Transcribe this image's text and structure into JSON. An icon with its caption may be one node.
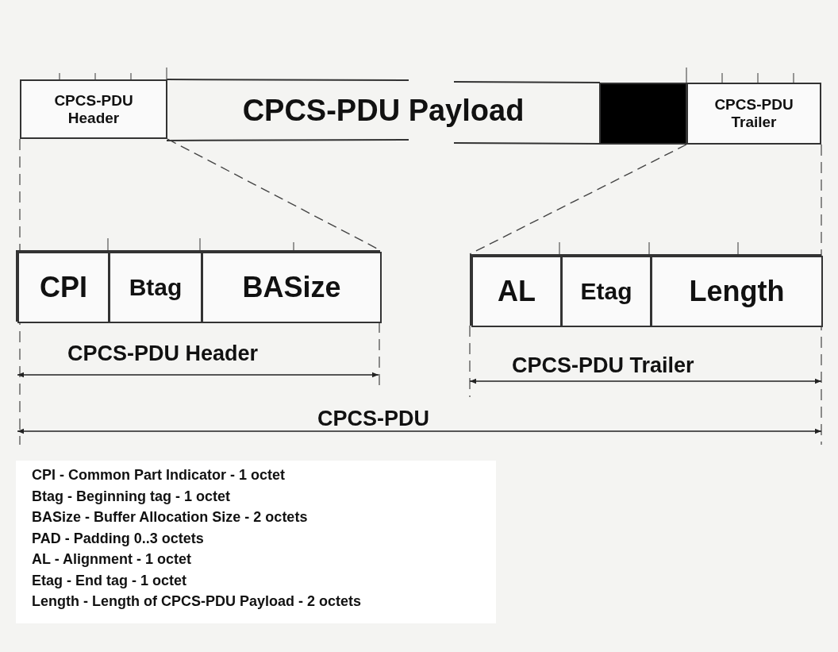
{
  "diagram": {
    "nodes": [
      {
        "text": [
          "CPCS-PDU Header"
        ]
      },
      {
        "text": [
          "CPCS-PDU Payload"
        ]
      },
      {
        "text": [],
        "shape": "box"
      },
      {
        "text": [
          "CPCS-PDU Trailer"
        ]
      },
      {
        "text": [],
        "shape": "box"
      },
      {
        "text": [
          "CPI"
        ],
        "in": 4
      },
      {
        "text": [
          "Btag"
        ],
        "in": 4
      },
      {
        "text": [
          "BASize"
        ],
        "in": 4
      },
      {
        "text": [],
        "shape": "box"
      },
      {
        "text": [
          "AL"
        ],
        "in": 8
      },
      {
        "text": [
          "Etag"
        ],
        "in": 8
      },
      {
        "text": [
          "Length"
        ],
        "in": 8
      }
    ],
    "edges": [
      {
        "from": 0,
        "to": 4,
        "arrow": "none",
        "style": "dashed"
      },
      {
        "from": 3,
        "to": 8,
        "arrow": "none",
        "style": "dashed"
      }
    ],
    "labels": [
      "CPCS-PDU Header",
      "CPCS-PDU Trailer",
      "CPCS-PDU",
      "CPI - Common Part Indicator - 1 octet",
      "Btag - Beginning tag - 1 octet",
      "BASize - Buffer Allocation Size - 2 octets",
      "PAD - Padding 0..3 octets",
      "AL - Alignment - 1 octet",
      "Etag - End tag - 1 octet",
      "Length - Length of CPCS-PDU Payload - 2 octets"
    ]
  }
}
